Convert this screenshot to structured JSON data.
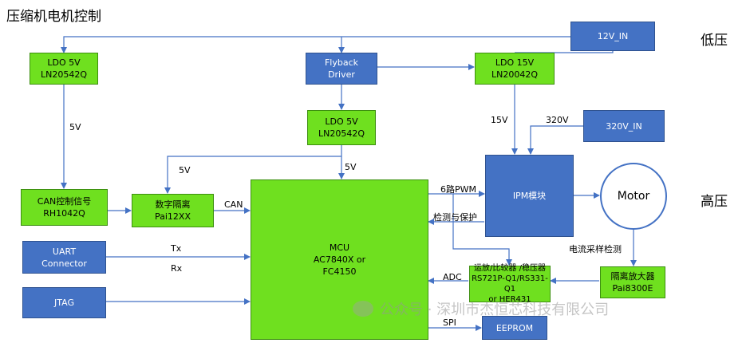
{
  "title": "压缩机电机控制",
  "zones": {
    "low": "低压",
    "high": "高压"
  },
  "blocks": {
    "v12_in": "12V_IN",
    "ldo_left_l1": "LDO 5V",
    "ldo_left_l2": "LN20542Q",
    "flyback_l1": "Flyback",
    "flyback_l2": "Driver",
    "ldo15_l1": "LDO 15V",
    "ldo15_l2": "LN20042Q",
    "ldo_mid_l1": "LDO 5V",
    "ldo_mid_l2": "LN20542Q",
    "v320_in": "320V_IN",
    "can_l1": "CAN控制信号",
    "can_l2": "RH1042Q",
    "iso_l1": "数字隔离",
    "iso_l2": "Pai12XX",
    "mcu_l1": "MCU",
    "mcu_l2": "AC7840X or",
    "mcu_l3": "FC4150",
    "ipm": "IPM模块",
    "motor": "Motor",
    "uart_l1": "UART",
    "uart_l2": "Connector",
    "jtag": "JTAG",
    "opamp_l1": "运放/比较器 /稳压器",
    "opamp_l2": "RS721P-Q1/RS331-Q1",
    "opamp_l3": "or HER431",
    "isoamp_l1": "隔离放大器",
    "isoamp_l2": "Pai8300E",
    "eeprom": "EEPROM"
  },
  "labels": {
    "v5_left": "5V",
    "v5_mid": "5V",
    "v5_iso": "5V",
    "v15": "15V",
    "v320": "320V",
    "pwm": "6路PWM",
    "detect": "检测与保护",
    "can": "CAN",
    "tx": "Tx",
    "rx": "Rx",
    "adc": "ADC",
    "spi": "SPI",
    "current_sense": "电流采样检测"
  },
  "watermark": "公众号 · 深圳市杰恒芯科技有限公司"
}
